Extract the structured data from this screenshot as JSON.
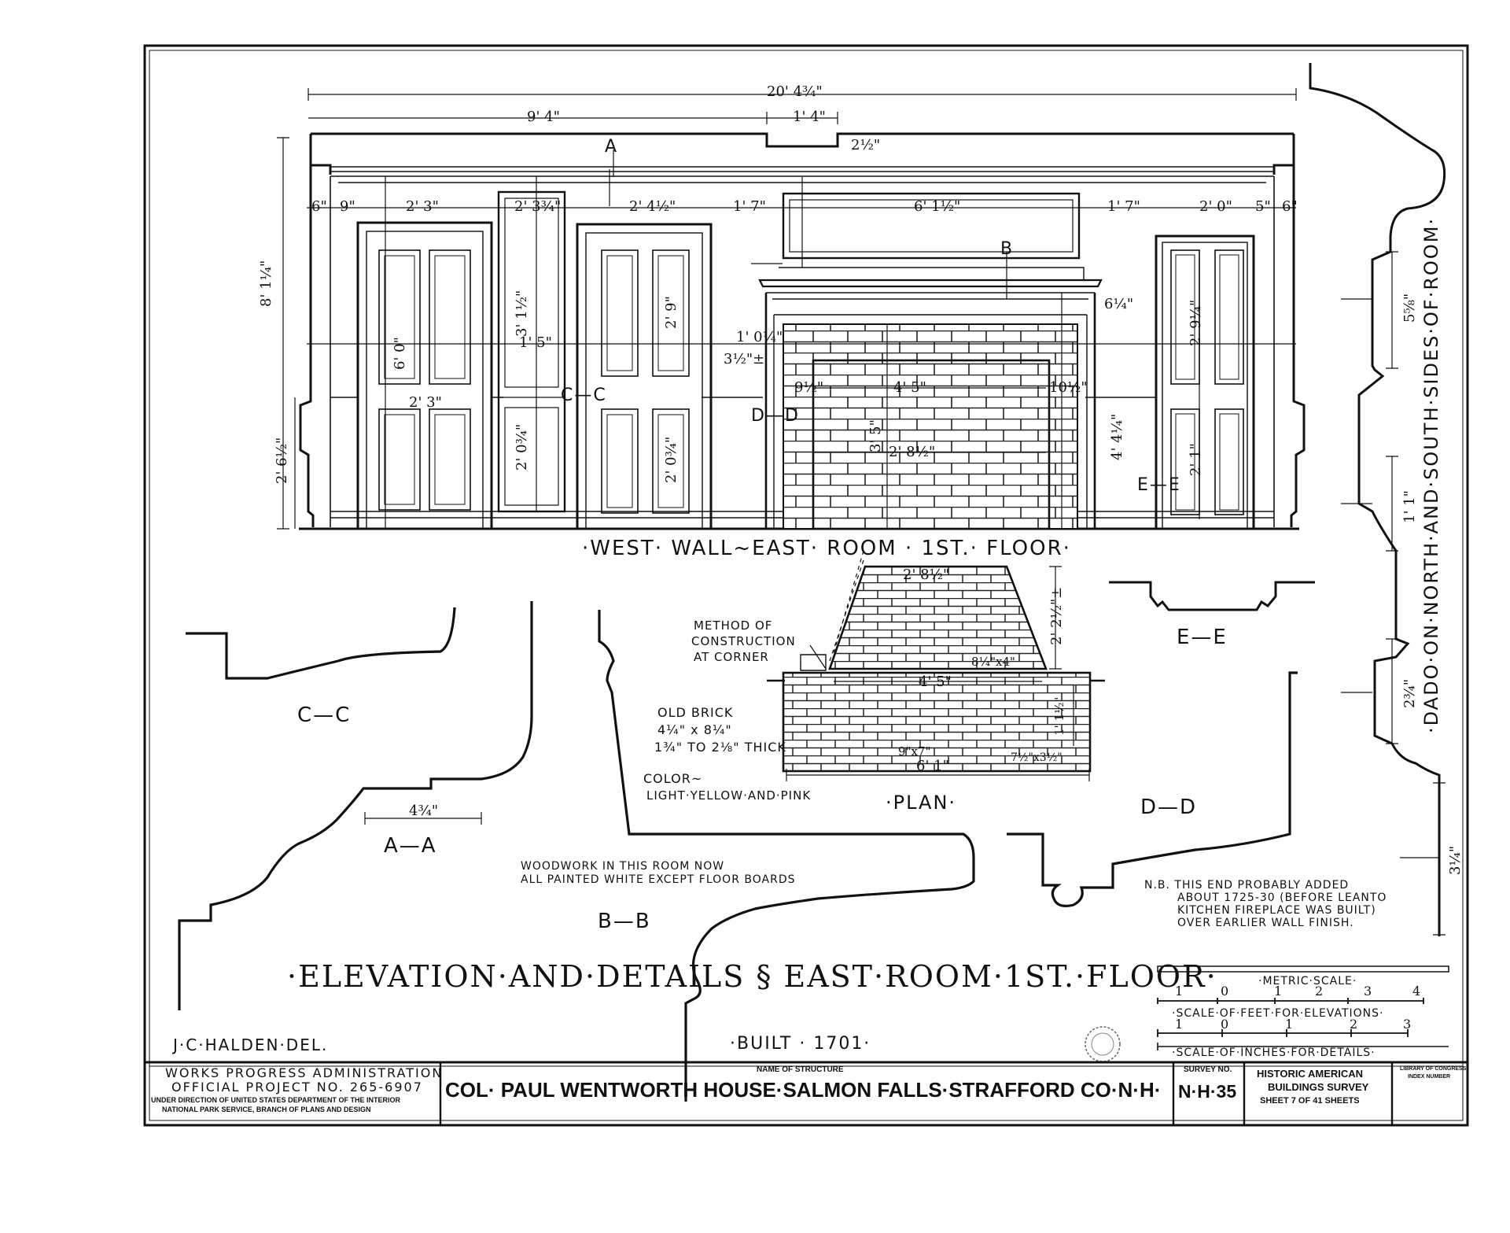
{
  "elevation": {
    "title": "·WEST· WALL~EAST· ROOM · 1ST.· FLOOR·",
    "dimensions": {
      "overall_width": "20' 4¾\"",
      "left_span": "9' 4\"",
      "top_offset": "1' 4\"",
      "cornice_projection": "2½\"",
      "wall_height": "8' 1¼\"",
      "dado_height": "2' 6½\"",
      "left_edge": "6\"",
      "panel_9": "9\"",
      "door1_width_top": "2' 3\"",
      "door1_width": "2' 3\"",
      "door1_height": "6' 0\"",
      "panel2_width": "2' 3¾\"",
      "panel2_height": "3' 1½\"",
      "panel2_lower": "2' 0¾\"",
      "door2_width": "2' 4½\"",
      "door2_upper": "2' 9\"",
      "door2_lower": "2' 0¾\"",
      "span_1_7_left": "1' 7\"",
      "span_1_7_right": "1' 7\"",
      "overmantel_width": "6' 1½\"",
      "right_panel": "2' 0\"",
      "right_5": "5\"",
      "right_6": "6\"",
      "mid_1_5": "1' 5\"",
      "mid_1_04": "1' 0¼\"",
      "mid_3_half": "3½\"±",
      "mantel_height": "4' 4¼\"",
      "firebox_width": "4' 5\"",
      "firebox_height": "3' 5\"",
      "hearth_width": "2' 8½\"",
      "left_jamb": "9½\"",
      "right_jamb": "10½\"",
      "rt_door_upper": "2' 9¼\"",
      "rt_door_lower": "2' 1\"",
      "shelf": "6¼\"",
      "cut_a": "A",
      "cut_b": "B",
      "cut_cc": "C—C",
      "cut_dd": "D—D",
      "cut_ee": "E—E"
    }
  },
  "dado_label": "·DADO·ON·NORTH·AND·SOUTH·SIDES·OF·ROOM·",
  "dado_dims": [
    "5⅝\"",
    "1' 1\"",
    "2¾\"",
    "3¼\""
  ],
  "details": {
    "cc": "C—C",
    "aa": "A—A",
    "aa_dim": "4¾\"",
    "bb": "B—B",
    "dd": "D—D",
    "ee": "E—E"
  },
  "plan": {
    "title": "·PLAN·",
    "back_width": "2' 8½\"",
    "depth": "2' 2½\"±",
    "opening": "4' 5\"",
    "overall": "6' 1\"",
    "brick_a": "8¼\"x4\"",
    "brick_b": "9\"x7\"",
    "brick_c": "7½\"x3½\"",
    "side": "1' 1½\"",
    "method_note": [
      "METHOD OF",
      "CONSTRUCTION",
      "AT CORNER"
    ],
    "brick_note": [
      "OLD BRICK",
      "4¼\" x 8¼\"",
      "1¾\" TO 2⅛\" THICK"
    ],
    "color_note": [
      "COLOR~",
      "LIGHT·YELLOW·AND·PINK"
    ]
  },
  "notes": {
    "woodwork": [
      "WOODWORK IN THIS ROOM NOW",
      "ALL PAINTED WHITE EXCEPT FLOOR BOARDS"
    ],
    "nb": [
      "N.B. THIS END PROBABLY ADDED",
      "ABOUT 1725-30 (BEFORE LEANTO",
      "KITCHEN FIREPLACE WAS BUILT)",
      "OVER EARLIER WALL FINISH."
    ]
  },
  "main_title": "·ELEVATION·AND·DETAILS § EAST·ROOM·1ST.·FLOOR·",
  "built": "·BUILT · 1701·",
  "delineator": "J·C·HALDEN·DEL.",
  "scales": {
    "metric_label": "·METRIC·SCALE·",
    "metric_ticks": [
      "1",
      "0",
      "1",
      "2",
      "3",
      "4"
    ],
    "feet_label": "·SCALE·OF·FEET·FOR·ELEVATIONS·",
    "feet_ticks": [
      "1",
      "0",
      "1",
      "2",
      "3"
    ],
    "inches_label": "·SCALE·OF·INCHES·FOR·DETAILS·"
  },
  "title_block": {
    "wpa_1": "WORKS PROGRESS ADMINISTRATION",
    "wpa_2": "OFFICIAL PROJECT NO. 265-6907",
    "wpa_3": "UNDER DIRECTION OF UNITED STATES DEPARTMENT OF THE INTERIOR",
    "wpa_4": "NATIONAL PARK SERVICE, BRANCH OF PLANS AND DESIGN",
    "name_label": "NAME OF STRUCTURE",
    "structure": "COL· PAUL WENTWORTH HOUSE·SALMON FALLS·STRAFFORD CO·N·H·",
    "survey_label": "SURVEY NO.",
    "survey_no": "N·H·35",
    "habs_1": "HISTORIC AMERICAN",
    "habs_2": "BUILDINGS SURVEY",
    "sheet": "SHEET 7 OF 41 SHEETS",
    "loc_1": "LIBRARY OF CONGRESS",
    "loc_2": "INDEX NUMBER"
  }
}
